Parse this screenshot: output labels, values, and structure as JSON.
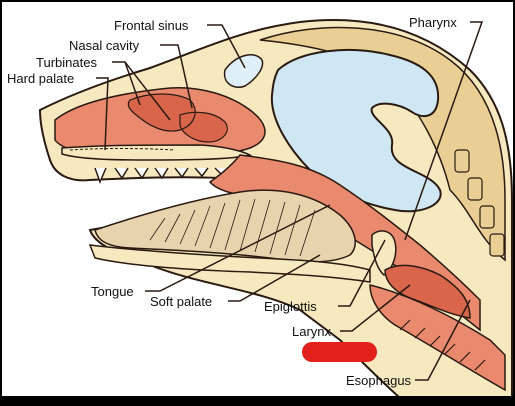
{
  "labels": {
    "frontal_sinus": "Frontal sinus",
    "nasal_cavity": "Nasal cavity",
    "turbinates": "Turbinates",
    "hard_palate": "Hard palate",
    "pharynx": "Pharynx",
    "tongue": "Tongue",
    "soft_palate": "Soft palate",
    "epiglottis": "Epiglottis",
    "larynx": "Larynx",
    "esophagus": "Esophagus"
  },
  "colors": {
    "background": "#ffffff",
    "bone": "#f6e8bf",
    "bone_shade": "#e9cf93",
    "tissue": "#e98a6e",
    "tissue_dark": "#d9664a",
    "sinus": "#cfe7f3",
    "brain": "#dff0f8",
    "muscle": "#e7d3ad",
    "outline": "#2a1a12",
    "marker": "#e3211c",
    "border": "#000000"
  }
}
